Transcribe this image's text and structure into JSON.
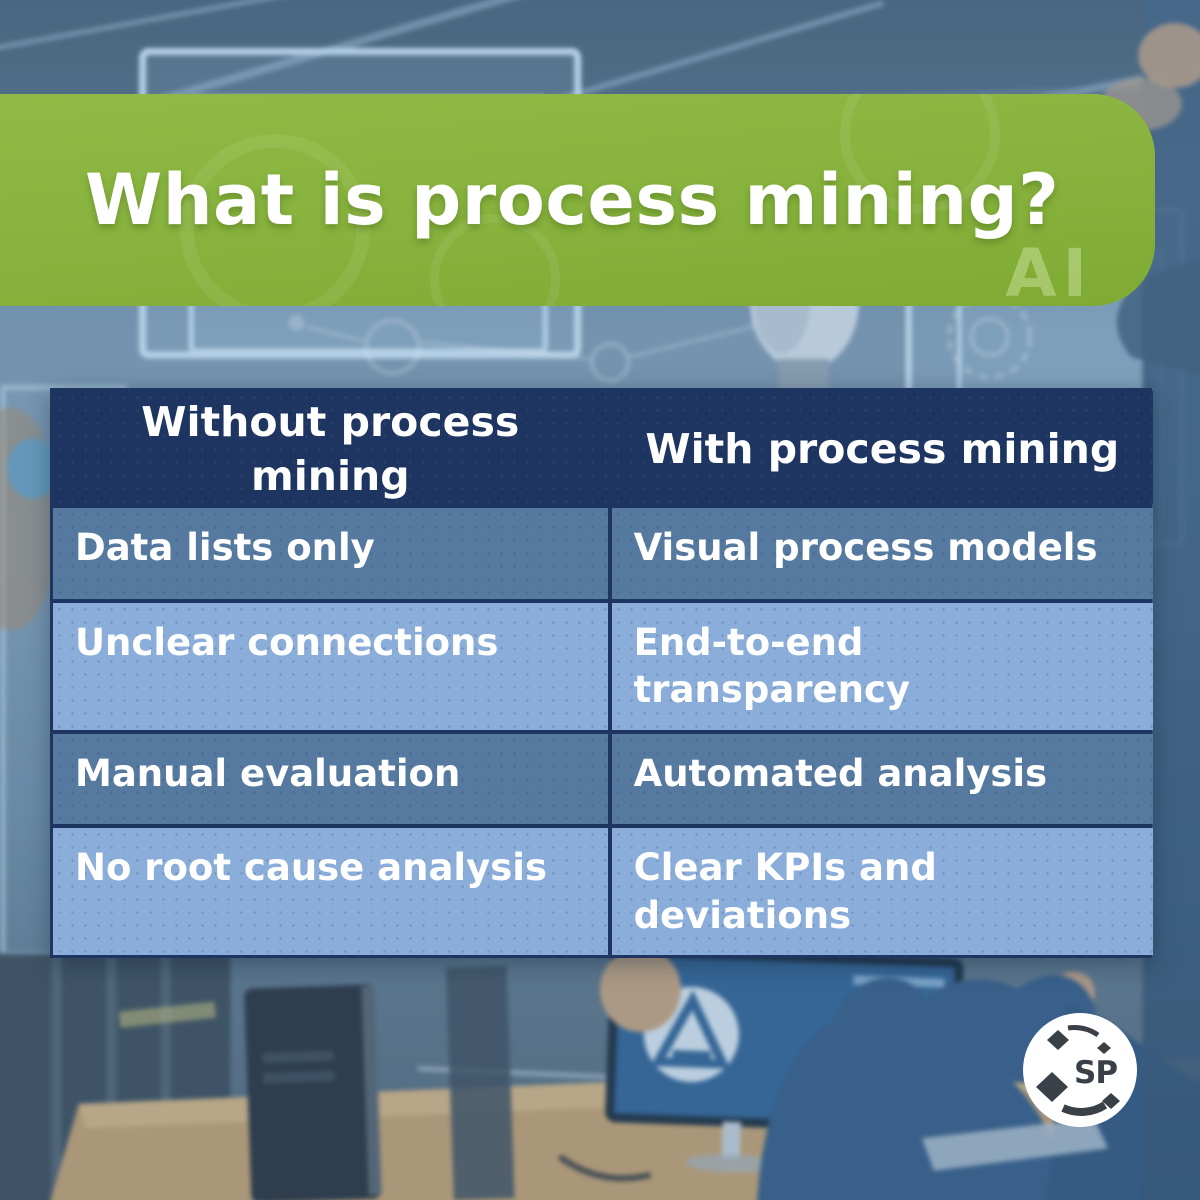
{
  "title": "What is process mining?",
  "banner": {
    "watermark": "AI"
  },
  "table": {
    "headers": [
      "Without process mining",
      "With process mining"
    ],
    "rows": [
      [
        "Data lists only",
        "Visual process models"
      ],
      [
        "Unclear connections",
        "End-to-end transparency"
      ],
      [
        "Manual evaluation",
        "Automated analysis"
      ],
      [
        "No root cause analysis",
        "Clear KPIs and deviations"
      ]
    ]
  },
  "logo": {
    "text": "SP"
  },
  "colors": {
    "banner_green": "#87b23d",
    "header_navy": "#1d3560",
    "row_blue_dark": "#567a9f",
    "row_blue_light": "#8aadda",
    "text_white": "#ffffff"
  }
}
